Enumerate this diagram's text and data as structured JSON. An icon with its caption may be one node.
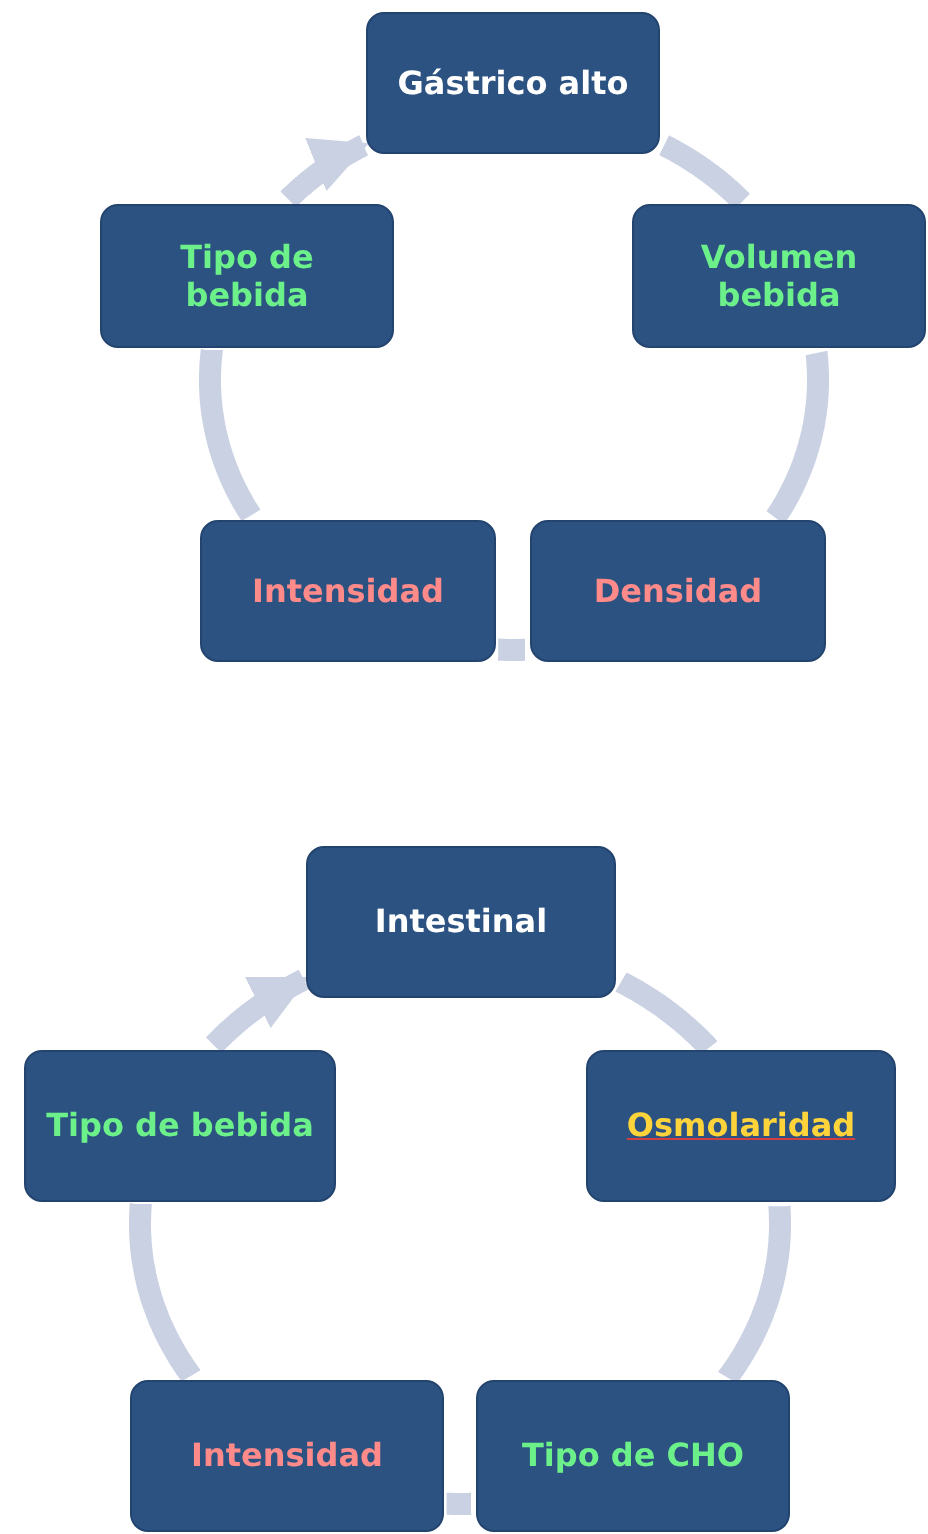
{
  "diagram": {
    "nodes": [
      {
        "text": [
          "Gástrico alto"
        ]
      },
      {
        "text": [
          "Volumen bebida"
        ]
      },
      {
        "text": [
          "Densidad"
        ]
      },
      {
        "text": [
          "Intensidad"
        ]
      },
      {
        "text": [
          "Tipo de bebida"
        ]
      },
      {
        "text": [
          "Intestinal"
        ]
      },
      {
        "text": [
          "Osmolaridad"
        ]
      },
      {
        "text": [
          "Tipo de CHO"
        ]
      },
      {
        "text": [
          "Intensidad"
        ]
      },
      {
        "text": [
          "Tipo de bebida"
        ]
      }
    ],
    "edges": [
      {
        "from": 0,
        "to": 1,
        "arrow": "none"
      },
      {
        "from": 1,
        "to": 2,
        "arrow": "none"
      },
      {
        "from": 2,
        "to": 3,
        "arrow": "none"
      },
      {
        "from": 3,
        "to": 4,
        "arrow": "none"
      },
      {
        "from": 4,
        "to": 0,
        "arrow": "to"
      },
      {
        "from": 5,
        "to": 6,
        "arrow": "none"
      },
      {
        "from": 6,
        "to": 7,
        "arrow": "none"
      },
      {
        "from": 7,
        "to": 8,
        "arrow": "none"
      },
      {
        "from": 8,
        "to": 9,
        "arrow": "none"
      },
      {
        "from": 9,
        "to": 5,
        "arrow": "to"
      }
    ]
  }
}
